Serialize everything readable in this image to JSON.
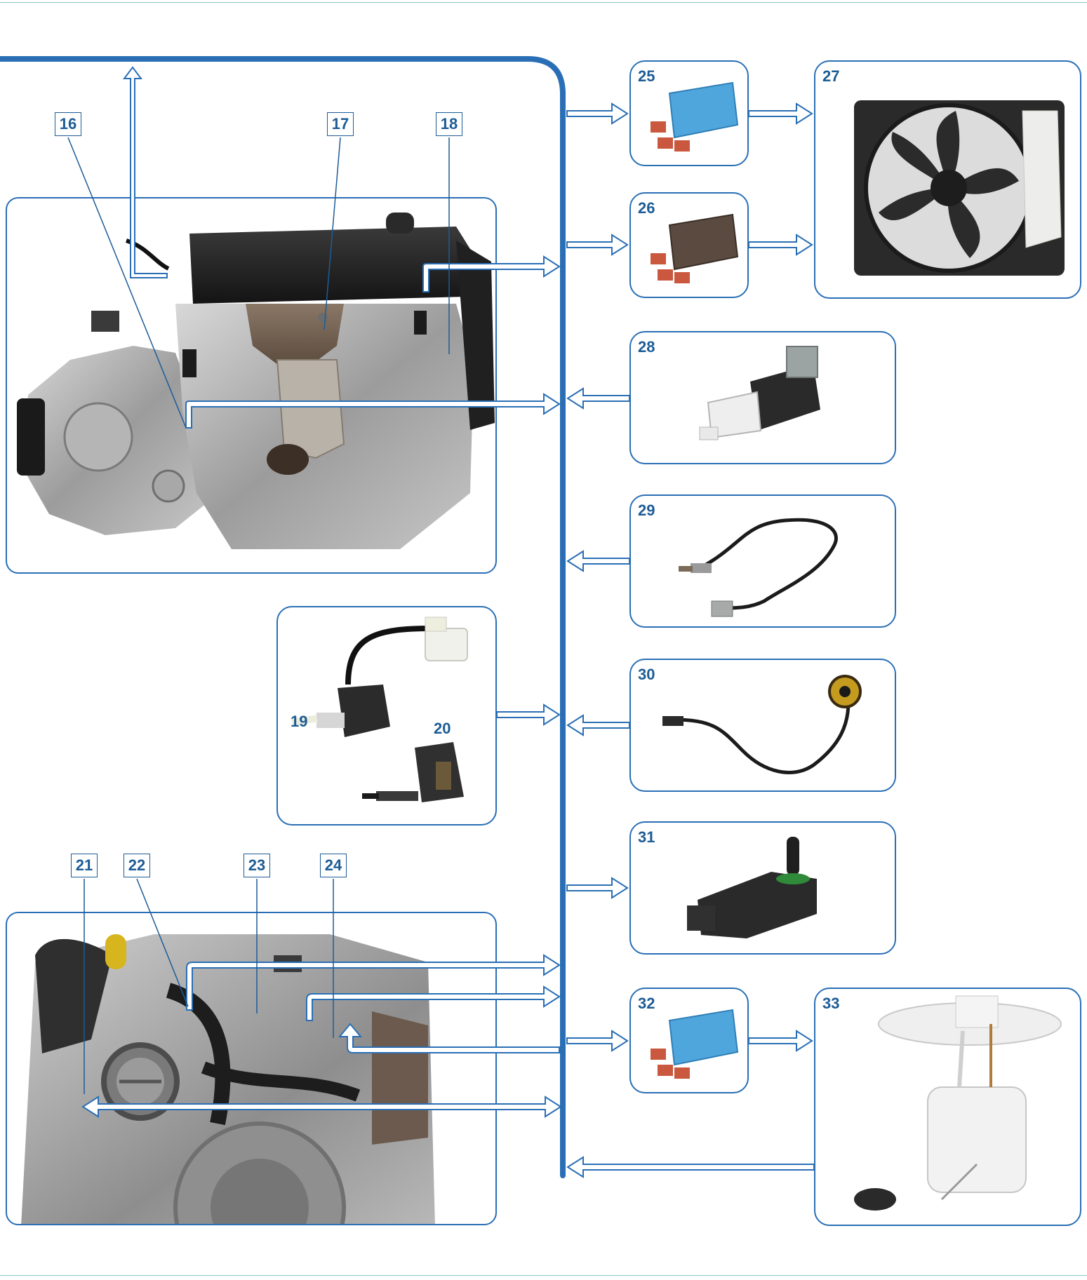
{
  "colors": {
    "accent": "#1d5c96",
    "frame": "#2a6fb5",
    "rule": "#8fc5c4"
  },
  "labels": {
    "n16": "16",
    "n17": "17",
    "n18": "18",
    "n19": "19",
    "n20": "20",
    "n21": "21",
    "n22": "22",
    "n23": "23",
    "n24": "24",
    "n25": "25",
    "n26": "26",
    "n27": "27",
    "n28": "28",
    "n29": "29",
    "n30": "30",
    "n31": "31",
    "n32": "32",
    "n33": "33"
  },
  "components": [
    {
      "id": "16",
      "icon": "transmission-sensor-icon"
    },
    {
      "id": "17",
      "icon": "oxygen-sensor-upstream-icon"
    },
    {
      "id": "18",
      "icon": "camshaft-sensor-icon"
    },
    {
      "id": "19",
      "icon": "brake-switch-icon"
    },
    {
      "id": "20",
      "icon": "clutch-switch-icon"
    },
    {
      "id": "21",
      "icon": "throttle-body-icon"
    },
    {
      "id": "22",
      "icon": "canister-valve-icon"
    },
    {
      "id": "23",
      "icon": "coolant-temp-sensor-icon"
    },
    {
      "id": "24",
      "icon": "map-sensor-icon"
    },
    {
      "id": "25",
      "icon": "fan-relay-icon"
    },
    {
      "id": "26",
      "icon": "fan-relay-high-icon"
    },
    {
      "id": "27",
      "icon": "radiator-fan-icon"
    },
    {
      "id": "28",
      "icon": "pedal-switch-icon"
    },
    {
      "id": "29",
      "icon": "oxygen-sensor-icon"
    },
    {
      "id": "30",
      "icon": "knock-sensor-icon"
    },
    {
      "id": "31",
      "icon": "pressure-sensor-icon"
    },
    {
      "id": "32",
      "icon": "fuel-pump-relay-icon"
    },
    {
      "id": "33",
      "icon": "fuel-pump-module-icon"
    }
  ]
}
